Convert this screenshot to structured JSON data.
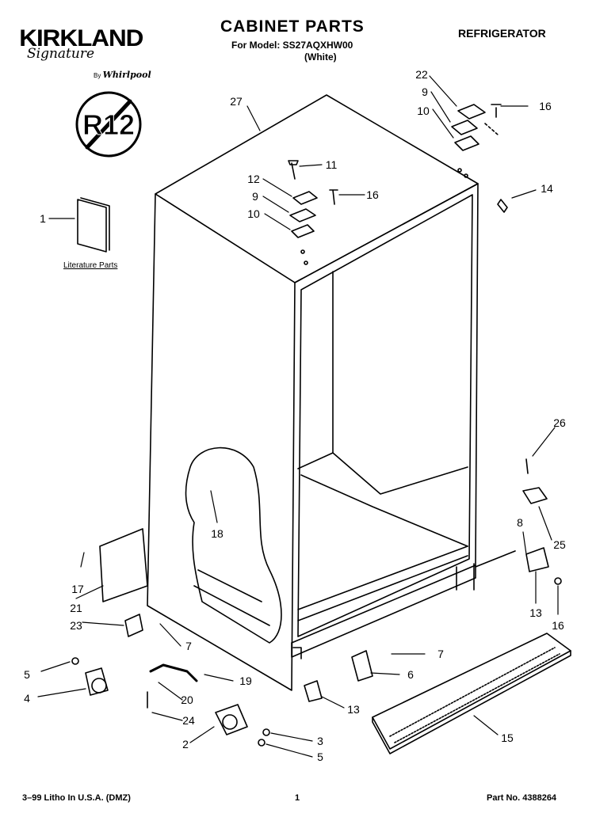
{
  "header": {
    "brand": "KIRKLAND",
    "signature": "Signature",
    "by_prefix": "By",
    "by_brand": "Whirlpool",
    "title": "CABINET PARTS",
    "model_line": "For Model: SS27AQXHW00",
    "color": "(White)",
    "category": "REFRIGERATOR"
  },
  "badge": {
    "text": "R12"
  },
  "literature_label": "Literature Parts",
  "callouts": [
    "1",
    "2",
    "3",
    "4",
    "5",
    "5",
    "6",
    "7",
    "7",
    "8",
    "9",
    "9",
    "10",
    "10",
    "11",
    "12",
    "13",
    "13",
    "14",
    "15",
    "16",
    "16",
    "16",
    "17",
    "18",
    "19",
    "20",
    "21",
    "22",
    "23",
    "24",
    "25",
    "26",
    "27"
  ],
  "footer": {
    "left": "3–99 Litho In U.S.A. (DMZ)",
    "page": "1",
    "part_no": "Part No. 4388264"
  }
}
